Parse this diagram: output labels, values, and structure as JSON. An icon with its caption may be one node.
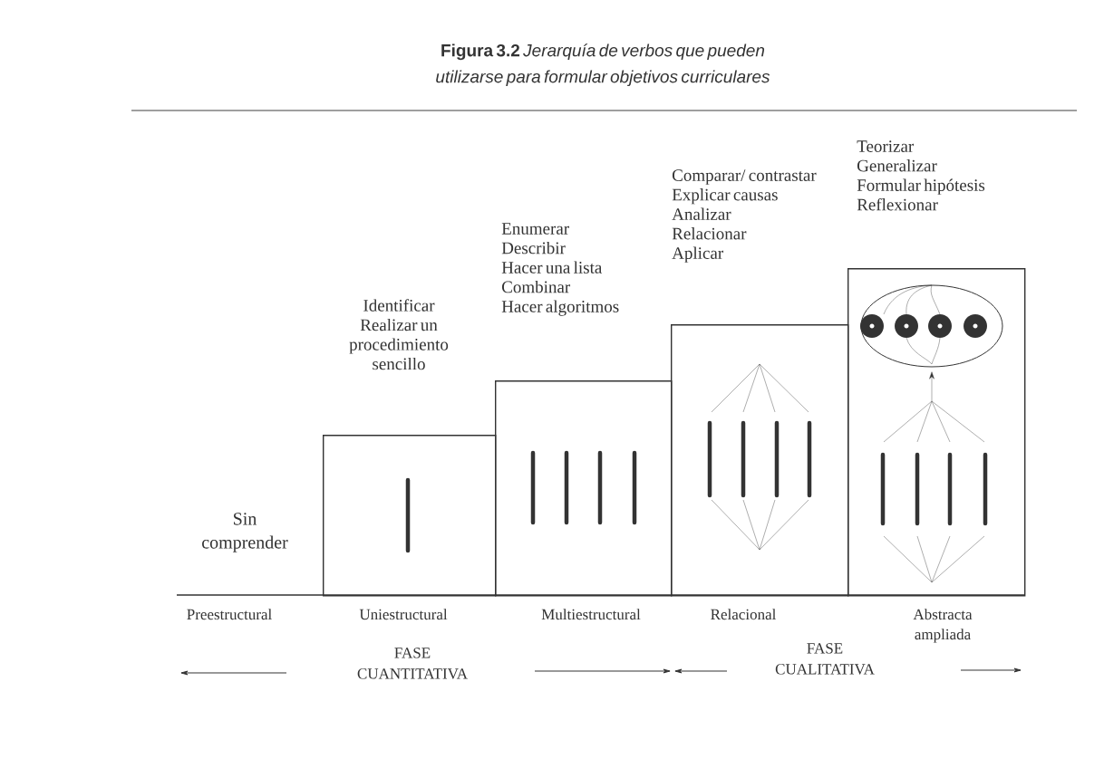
{
  "diagram": {
    "title": "**Figura 3.2** *Jerarquía de verbos que pueden utilizarse para formular objetivos curriculares*",
    "nodes": [
      {
        "text": [],
        "shape": "box",
        "beside": [
          "Identificar",
          "Realizar un procedimiento sencillo",
          "Uniestructural"
        ]
      },
      {
        "text": [],
        "shape": "box",
        "beside": [
          "Enumerar",
          "Describir",
          "Hacer una lista",
          "Combinar",
          "Hacer algoritmos",
          "Multiestructural"
        ]
      },
      {
        "text": [],
        "shape": "box",
        "beside": [
          "Comparar/ contrastar",
          "Explicar causas",
          "Analizar",
          "Relacionar",
          "Aplicar",
          "Relacional"
        ]
      },
      {
        "text": [],
        "shape": "box",
        "beside": [
          "Teorizar",
          "Generalizar",
          "Formular hipótesis",
          "Reflexionar",
          "Abstracta ampliada"
        ]
      }
    ],
    "labels": [
      "Sin comprender",
      "Preestructural",
      "FASE CUANTITATIVA",
      "FASE CUALITATIVA"
    ]
  }
}
